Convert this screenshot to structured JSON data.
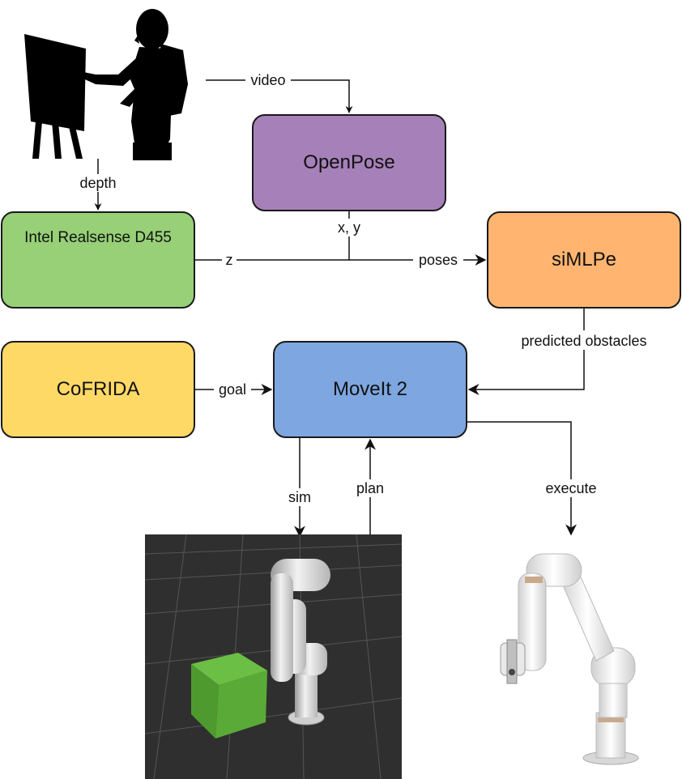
{
  "nodes": {
    "openpose": "OpenPose",
    "realsense": "Intel Realsense D455",
    "simlpe": "siMLPe",
    "cofrida": "CoFRIDA",
    "moveit": "MoveIt 2"
  },
  "edges": {
    "video": "video",
    "depth": "depth",
    "xy": "x, y",
    "z": "z",
    "poses": "poses",
    "predicted_obstacles": "predicted obstacles",
    "goal": "goal",
    "sim": "sim",
    "plan": "plan",
    "execute": "execute"
  },
  "colors": {
    "openpose": "#a680b8",
    "realsense": "#97d077",
    "simlpe": "#ffb570",
    "cofrida": "#ffd966",
    "moveit": "#7ea6e0"
  },
  "images": {
    "painter": "painter-silhouette",
    "sim_view": "robot-arm-simulation-render",
    "robot": "robot-arm-photo"
  }
}
